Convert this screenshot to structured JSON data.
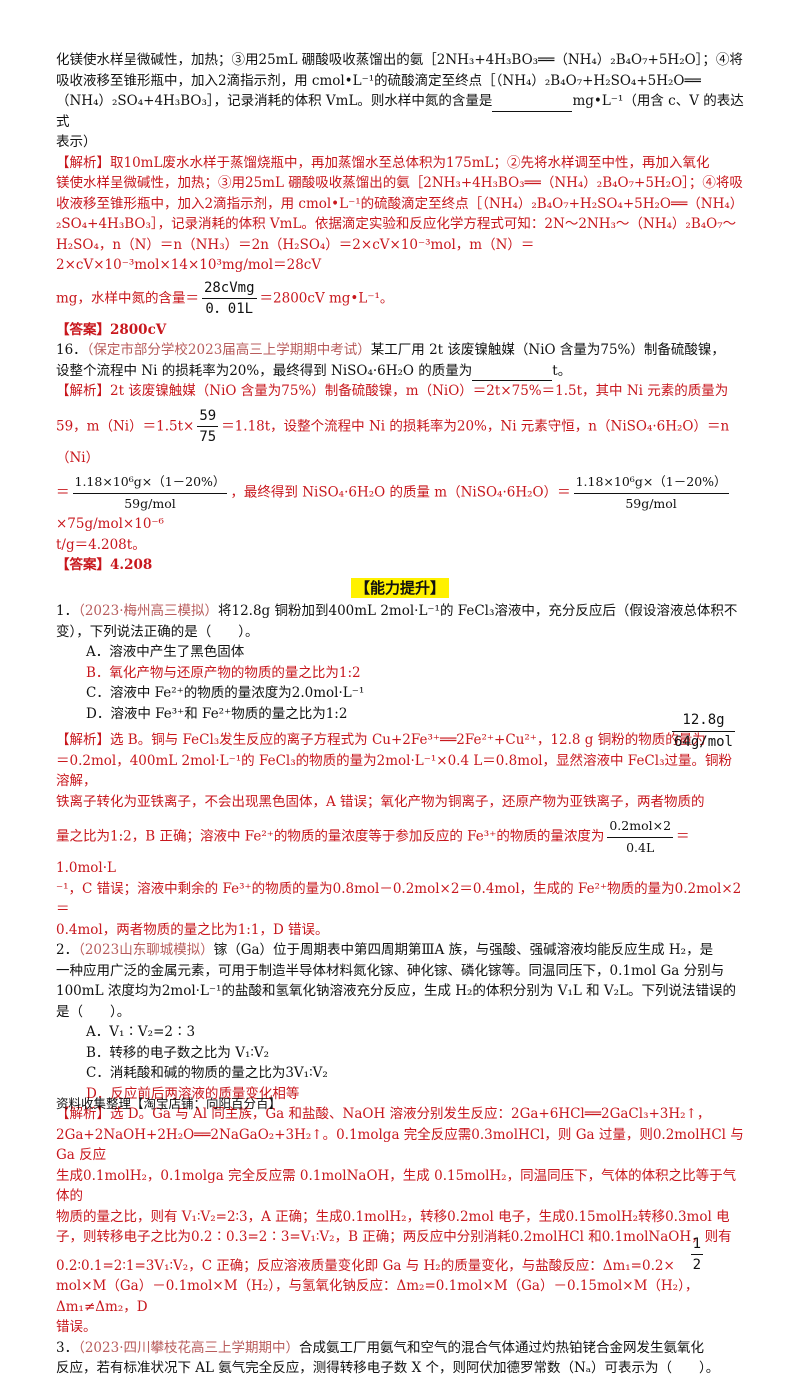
{
  "p0": {
    "l1": "化镁使水样呈微碱性，加热；③用25mL 硼酸吸收蒸馏出的氨［2NH₃+4H₃BO₃══（NH₄）₂B₄O₇+5H₂O］；④将",
    "l2": "吸收液移至锥形瓶中，加入2滴指示剂，用 cmol•L⁻¹的硫酸滴定至终点［（NH₄）₂B₄O₇+H₂SO₄+5H₂O══",
    "l3a": "（NH₄）₂SO₄+4H₃BO₃］，记录消耗的体积 VmL。则水样中氮的含量是",
    "l3b": "mg•L⁻¹（用含 c、V 的表达式",
    "l4": "表示）"
  },
  "a15": {
    "l1": "【解析】取10mL废水水样于蒸馏烧瓶中，再加蒸馏水至总体积为175mL；②先将水样调至中性，再加入氧化",
    "l2": "镁使水样呈微碱性，加热；③用25mL 硼酸吸收蒸馏出的氨［2NH₃+4H₃BO₃══（NH₄）₂B₄O₇+5H₂O］；④将吸",
    "l3": "收液移至锥形瓶中，加入2滴指示剂，用 cmol•L⁻¹的硫酸滴定至终点［（NH₄）₂B₄O₇+H₂SO₄+5H₂O══（NH₄）",
    "l4": "₂SO₄+4H₃BO₃］，记录消耗的体积 VmL。依据滴定实验和反应化学方程式可知：2N～2NH₃～（NH₄）₂B₄O₇～",
    "l5": "H₂SO₄，n（N）＝n（NH₃）＝2n（H₂SO₄）＝2×cV×10⁻³mol，m（N）＝2×cV×10⁻³mol×14×10³mg/mol＝28cV",
    "frac_num": "28cVmg",
    "frac_den": "0．01L",
    "l6a": "mg，水样中氮的含量＝",
    "l6b": "＝2800cV mg•L⁻¹。",
    "answer": "【答案】2800cV"
  },
  "q16": {
    "num": "16．",
    "src": "（保定市部分学校2023届高三上学期期中考试）",
    "l1": "某工厂用 2t 该废镍触媒（NiO 含量为75%）制备硫酸镍，",
    "l2a": "设整个流程中 Ni 的损耗率为20%，最终得到 NiSO₄·6H₂O 的质量为",
    "l2b": "t。",
    "e1": "【解析】2t 该废镍触媒（NiO 含量为75%）制备硫酸镍，m（NiO）＝2t×75%＝1.5t，其中 Ni 元素的质量为",
    "f1_num": "59",
    "f1_den": "75",
    "e2a": "59，m（Ni）＝1.5t×",
    "e2b": "＝1.18t，设整个流程中 Ni 的损耗率为20%，Ni 元素守恒，n（NiSO₄·6H₂O）＝n（Ni）",
    "f2_num": "1.18×10⁶g×（1－20%）",
    "f2_den": "59g/mol",
    "e3a": "＝",
    "e3b": "，最终得到 NiSO₄·6H₂O 的质量 m（NiSO₄·6H₂O）＝",
    "e3c": "×75g/mol×10⁻⁶",
    "e4": "t/g＝4.208t。",
    "answer": "【答案】4.208"
  },
  "section_title": "【能力提升】",
  "q1": {
    "num": "1．",
    "src": "（2023·梅州高三模拟）",
    "l1": "将12.8g 铜粉加到400mL 2mol·L⁻¹的 FeCl₃溶液中，充分反应后（假设溶液总体积不",
    "l2": "变），下列说法正确的是（　　）。",
    "opts": [
      "A．溶液中产生了黑色固体",
      "B．氧化产物与还原产物的物质的量之比为1:2",
      "C．溶液中 Fe²⁺的物质的量浓度为2.0mol·L⁻¹",
      "D．溶液中 Fe³⁺和 Fe²⁺物质的量之比为1:2"
    ],
    "f1_num": "12.8g",
    "f1_den": "64g/mol",
    "e1": "【解析】选 B。铜与 FeCl₃发生反应的离子方程式为 Cu+2Fe³⁺══2Fe²⁺+Cu²⁺，12.8 g 铜粉的物质的量为",
    "e2": "＝0.2mol，400mL 2mol·L⁻¹的 FeCl₃的物质的量为2mol·L⁻¹×0.4 L＝0.8mol，显然溶液中 FeCl₃过量。铜粉溶解，",
    "e3": "铁离子转化为亚铁离子，不会出现黑色固体，A 错误；氧化产物为铜离子，还原产物为亚铁离子，两者物质的",
    "f2_num": "0.2mol×2",
    "f2_den": "0.4L",
    "e4a": "量之比为1:2，B 正确；溶液中 Fe²⁺的物质的量浓度等于参加反应的 Fe³⁺的物质的量浓度为",
    "e4b": "＝1.0mol·L",
    "e5": "⁻¹，C 错误；溶液中剩余的 Fe³⁺的物质的量为0.8mol－0.2mol×2＝0.4mol，生成的 Fe²⁺物质的量为0.2mol×2＝",
    "e6": "0.4mol，两者物质的量之比为1:1，D 错误。"
  },
  "q2": {
    "num": "2．",
    "src": "（2023山东聊城模拟）",
    "l1": "镓（Ga）位于周期表中第四周期第ⅢA 族，与强酸、强碱溶液均能反应生成 H₂，是",
    "l2": "一种应用广泛的金属元素，可用于制造半导体材料氮化镓、砷化镓、磷化镓等。同温同压下，0.1mol Ga 分别与",
    "l3": "100mL 浓度均为2mol·L⁻¹的盐酸和氢氧化钠溶液充分反应，生成 H₂的体积分别为 V₁L 和 V₂L。下列说法错误的",
    "l4": "是（　　）。",
    "opts": [
      "A．V₁∶V₂=2∶3",
      "B．转移的电子数之比为 V₁∶V₂",
      "C．消耗酸和碱的物质的量之比为3V₁∶V₂",
      "D．反应前后两溶液的质量变化相等"
    ],
    "e1": "【解析】选 D。Ga 与 Al 同主族，Ga 和盐酸、NaOH 溶液分别发生反应：2Ga+6HCl══2GaCl₃+3H₂↑，",
    "e2": "2Ga+2NaOH+2H₂O══2NaGaO₂+3H₂↑。0.1molga 完全反应需0.3molHCl，则 Ga 过量，则0.2molHCl 与 Ga 反应",
    "e3": "生成0.1molH₂，0.1molga 完全反应需 0.1molNaOH，生成 0.15molH₂，同温同压下，气体的体积之比等于气体的",
    "e4": "物质的量之比，则有 V₁∶V₂=2∶3，A 正确；生成0.1molH₂，转移0.2mol 电子，生成0.15molH₂转移0.3mol 电",
    "e5": "子，则转移电子之比为0.2∶0.3=2∶3=V₁∶V₂，B 正确；两反应中分别消耗0.2molHCl 和0.1molNaOH，则有",
    "f_num": "1",
    "f_den": "2",
    "e6a": "0.2∶0.1=2∶1=3V₁∶V₂，C 正确；反应溶液质量变化即 Ga 与 H₂的质量变化，与盐酸反应：Δm₁=0.2×",
    "e7": "mol×M（Ga）－0.1mol×M（H₂），与氢氧化钠反应：Δm₂=0.1mol×M（Ga）－0.15mol×M（H₂），Δm₁≠Δm₂，D",
    "e8": "错误。"
  },
  "q3": {
    "num": "3．",
    "src": "（2023·四川攀枝花高三上学期期中）",
    "l1": "合成氨工厂用氨气和空气的混合气体通过灼热铂铑合金网发生氨氧化",
    "l2": "反应，若有标准状况下 AL 氨气完全反应，测得转移电子数 X 个，则阿伏加德罗常数（Nₐ）可表示为（　　）。"
  },
  "footer": "资料收集整理【淘宝店铺：向阳百分百】"
}
